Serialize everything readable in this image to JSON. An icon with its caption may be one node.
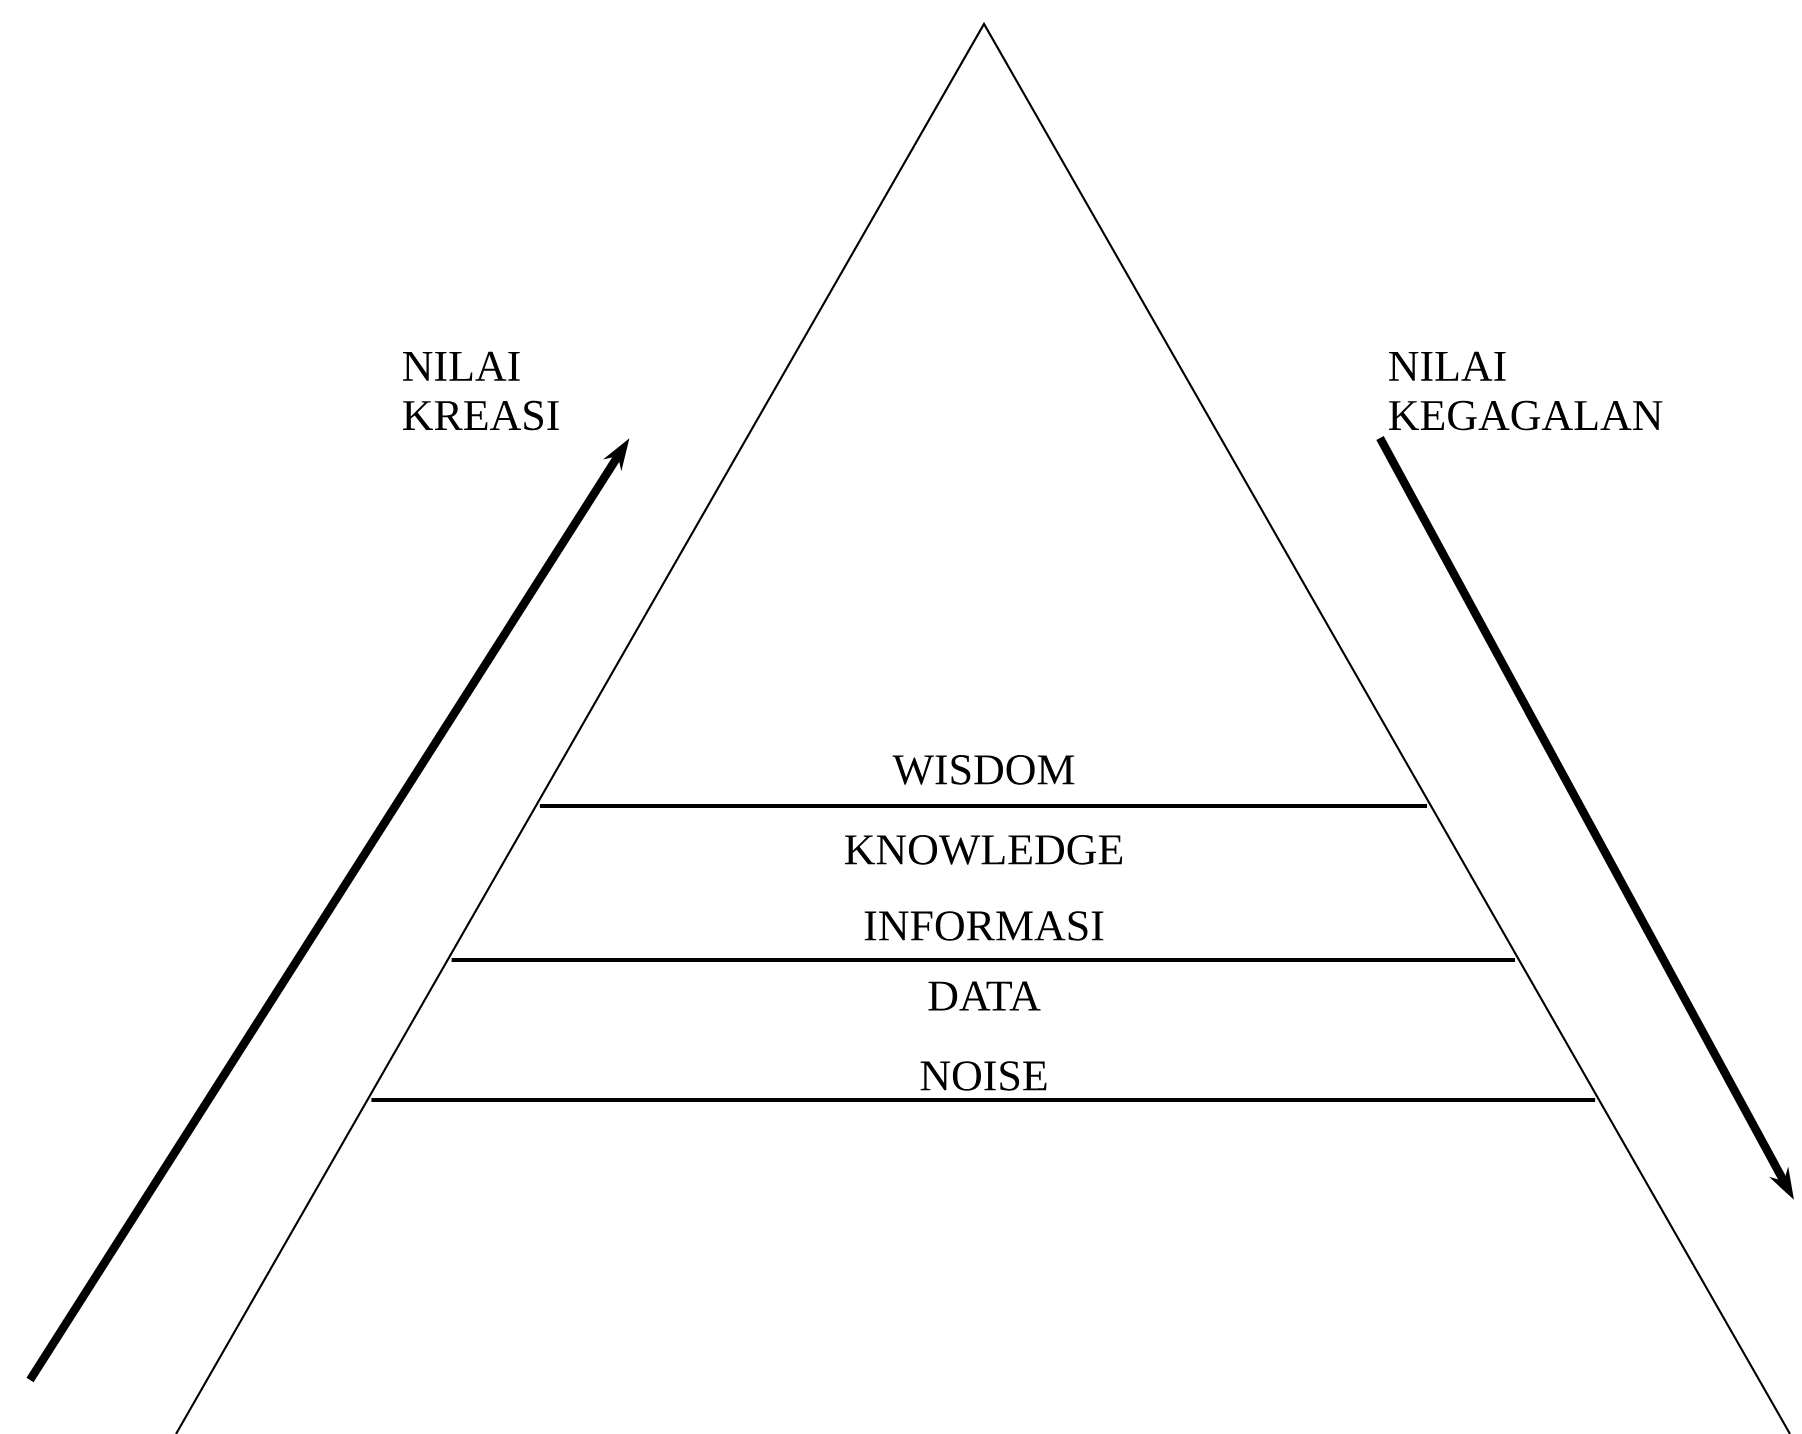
{
  "diagram": {
    "nodes": [
      {
        "text": [
          "NILAI KREASI"
        ]
      },
      {
        "text": [
          "NILAI KEGAGALAN"
        ]
      }
    ],
    "edges": [
      {
        "from": null,
        "to": 0,
        "arrow": "to"
      },
      {
        "from": 1,
        "to": null,
        "arrow": "to"
      }
    ],
    "labels": [
      "WISDOM",
      "KNOWLEDGE",
      "INFORMASI",
      "DATA",
      "NOISE"
    ]
  }
}
